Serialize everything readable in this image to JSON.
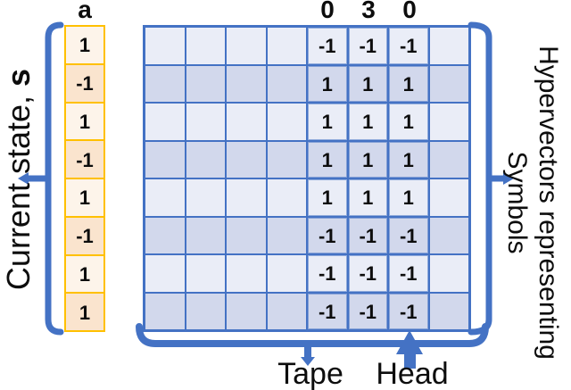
{
  "colors": {
    "accent": "#4472C4",
    "grid-cell-light": "#EAEDF7",
    "grid-cell-dark": "#D2D8EC",
    "state-border": "#FFC000",
    "state-cell-light": "#FDF4EA",
    "state-cell-dark": "#FAE4CE",
    "text": "#0D0D0D"
  },
  "state_vector": {
    "label": "a",
    "values": [
      "1",
      "-1",
      "1",
      "-1",
      "1",
      "-1",
      "1",
      "1"
    ],
    "brace_label": {
      "prefix": "Current state, ",
      "bold": "s"
    }
  },
  "tape_grid": {
    "rows": 8,
    "cols": 8,
    "column_labels": [
      "0",
      "3",
      "0"
    ],
    "symbol_col_indices": [
      4,
      5,
      6
    ],
    "symbol_values": [
      [
        "-1",
        "-1",
        "-1"
      ],
      [
        "1",
        "1",
        "1"
      ],
      [
        "1",
        "1",
        "1"
      ],
      [
        "1",
        "1",
        "1"
      ],
      [
        "1",
        "1",
        "1"
      ],
      [
        "-1",
        "-1",
        "-1"
      ],
      [
        "-1",
        "-1",
        "-1"
      ],
      [
        "-1",
        "-1",
        "-1"
      ]
    ],
    "right_brace_label": [
      "Hypervectors representing",
      "Symbols"
    ],
    "tape_label": "Tape",
    "head_label": "Head"
  }
}
